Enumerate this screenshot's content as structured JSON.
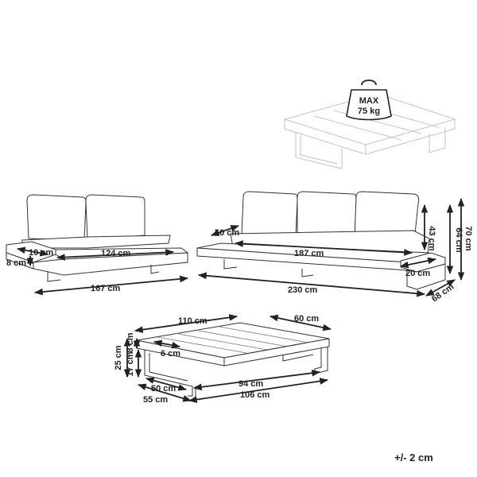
{
  "weight": {
    "line1": "MAX",
    "line2": "75 kg"
  },
  "loveseat": {
    "depth_small": "10 cm",
    "arm_height": "8 cm",
    "seat_width": "124 cm",
    "total_width": "167 cm"
  },
  "sofa": {
    "back_depth": "50 cm",
    "seat_width": "187 cm",
    "seat_height": "43 cm",
    "height_low": "64 cm",
    "height_high": "70 cm",
    "side_table": "20 cm",
    "total_width": "230 cm",
    "total_depth": "68 cm"
  },
  "table": {
    "top_width": "110 cm",
    "top_depth": "60 cm",
    "overall_height": "25 cm",
    "leg_height": "17 cm",
    "top_thickness": "8 cm",
    "edge": "6 cm",
    "inner_depth": "50 cm",
    "total_depth": "55 cm",
    "inner_width": "94 cm",
    "total_width": "106 cm"
  },
  "tolerance": "+/- 2 cm"
}
